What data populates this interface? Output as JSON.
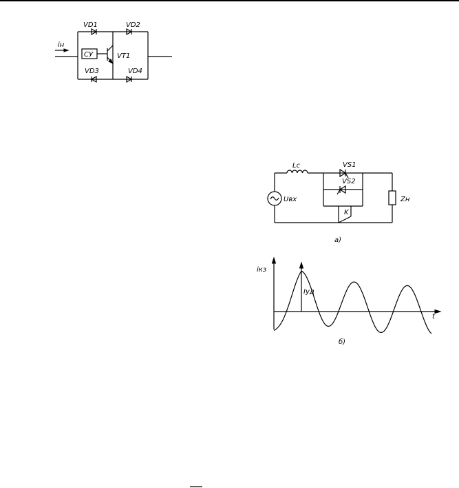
{
  "circuit1": {
    "input_current": "iн",
    "control_block": "СУ",
    "transistor": "VT1",
    "diodes": [
      "VD1",
      "VD2",
      "VD3",
      "VD4"
    ]
  },
  "circuit2": {
    "inductor": "Lc",
    "thyristor1": "VS1",
    "thyristor2": "VS2",
    "switch": "K",
    "source_voltage": "Uвх",
    "load": "Zн",
    "caption": "а)"
  },
  "graph": {
    "y_label": "iкз",
    "peak_label": "Iуд",
    "x_label": "t",
    "caption": "б)"
  }
}
